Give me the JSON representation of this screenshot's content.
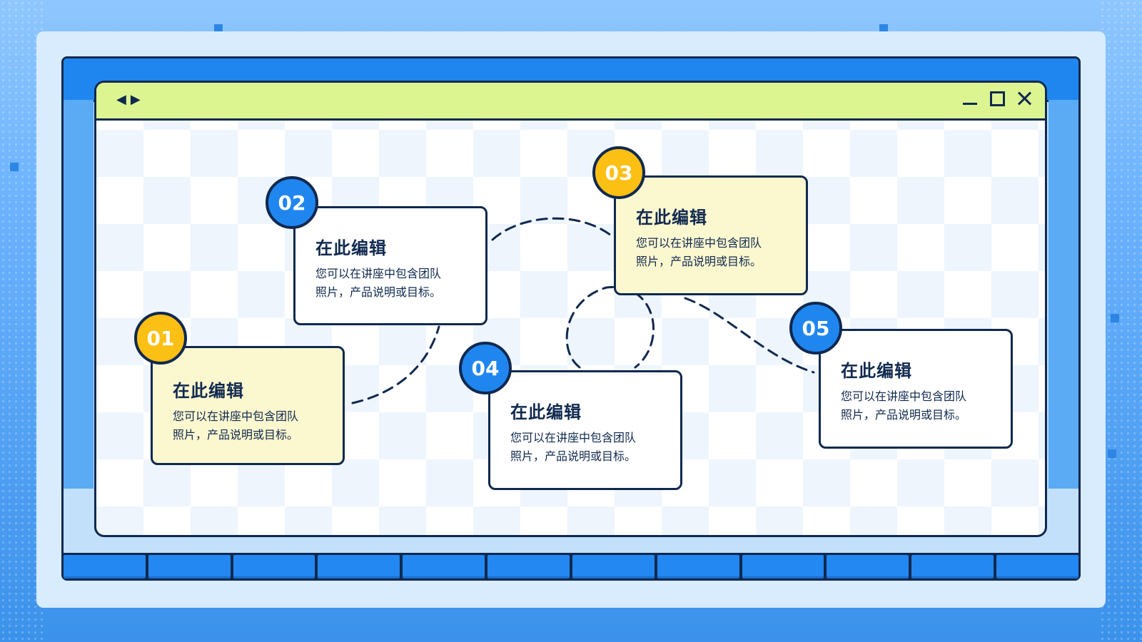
{
  "window": {
    "controls": [
      "minimize",
      "maximize",
      "close"
    ]
  },
  "steps": [
    {
      "number": "01",
      "title": "在此编辑",
      "text": "您可以在讲座中包含团队\n照片，产品说明或目标。",
      "color": "#fcbf14",
      "card_style": "yellow"
    },
    {
      "number": "02",
      "title": "在此编辑",
      "text": "您可以在讲座中包含团队\n照片，产品说明或目标。",
      "color": "#1f86f0",
      "card_style": "white"
    },
    {
      "number": "03",
      "title": "在此编辑",
      "text": "您可以在讲座中包含团队\n照片，产品说明或目标。",
      "color": "#fcbf14",
      "card_style": "yellow"
    },
    {
      "number": "04",
      "title": "在此编辑",
      "text": "您可以在讲座中包含团队\n照片，产品说明或目标。",
      "color": "#1f86f0",
      "card_style": "white"
    },
    {
      "number": "05",
      "title": "在此编辑",
      "text": "您可以在讲座中包含团队\n照片，产品说明或目标。",
      "color": "#1f86f0",
      "card_style": "white"
    }
  ],
  "colors": {
    "accent_blue": "#1f86f0",
    "accent_yellow": "#fcbf14",
    "titlebar_green": "#ddf590",
    "ink": "#10294f"
  }
}
